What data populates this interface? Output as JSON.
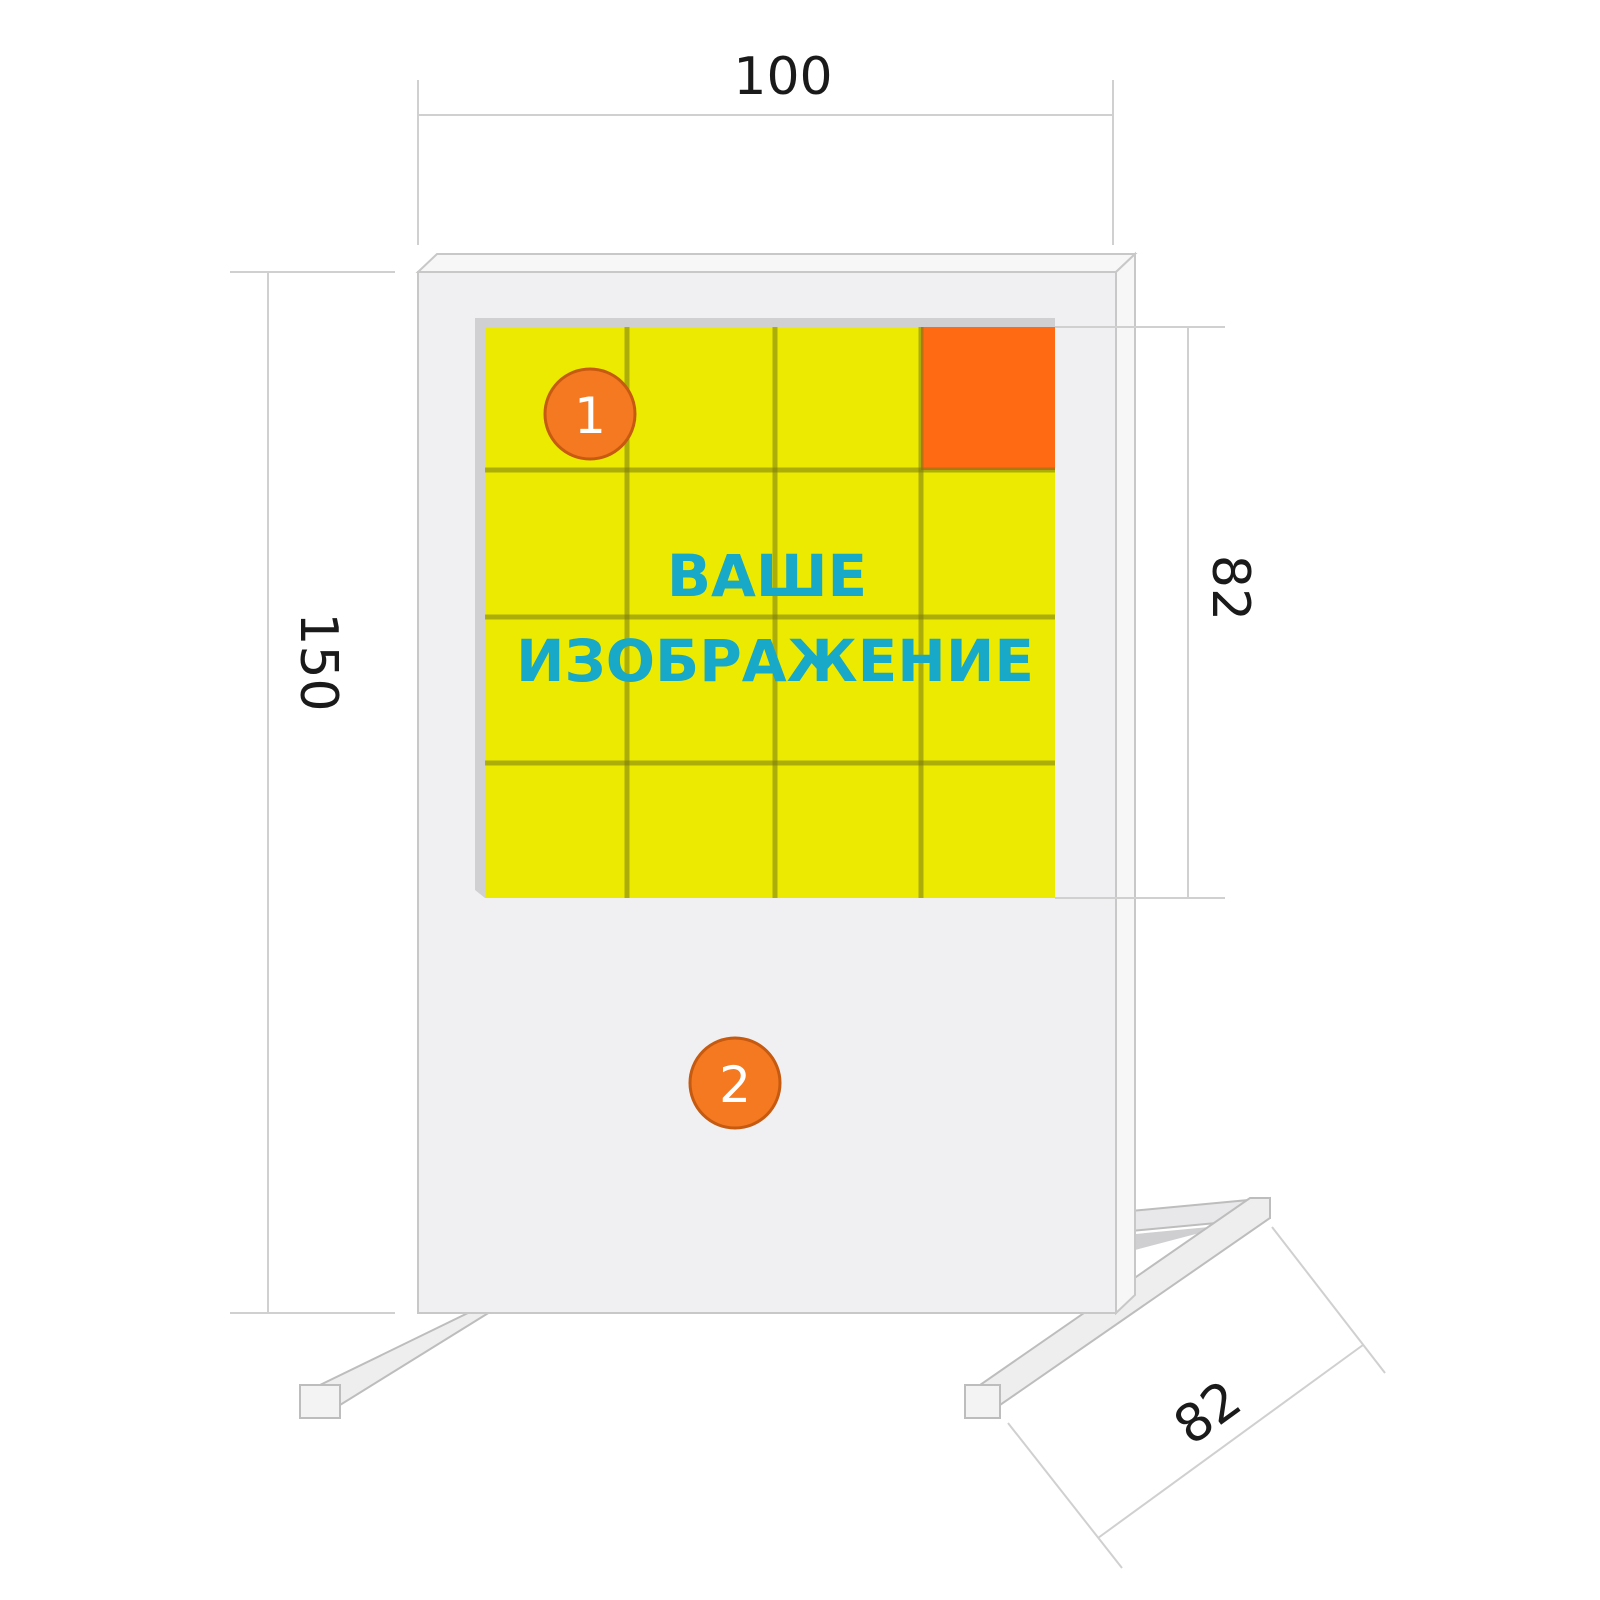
{
  "dimensions": {
    "width": "100",
    "height": "150",
    "panel_height": "82",
    "base_depth": "82"
  },
  "panel": {
    "line1": "ВАШЕ",
    "line2": "ИЗОБРАЖЕНИЕ"
  },
  "markers": {
    "one": "1",
    "two": "2"
  },
  "colors": {
    "panel_fill": "#ecea00",
    "accent_tile": "#ff6a13",
    "marker_fill": "#f47920",
    "panel_text": "#18a8c8",
    "board": "#f0f0f2"
  }
}
